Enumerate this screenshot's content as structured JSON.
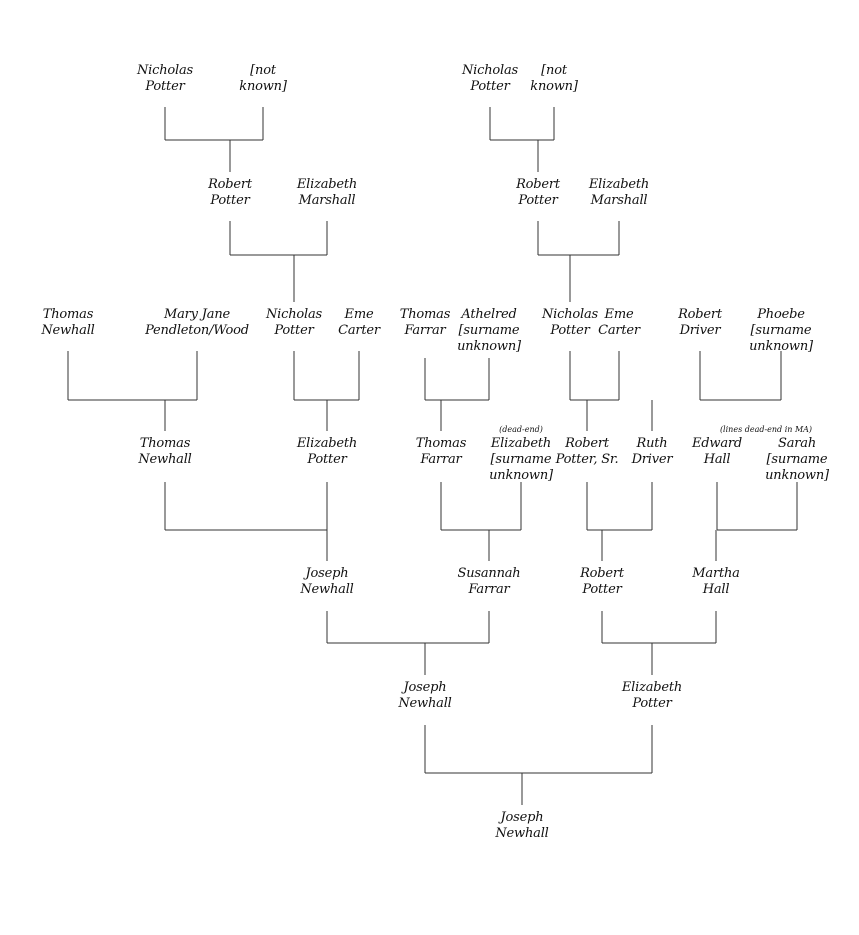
{
  "people": [
    {
      "id": "gen1-nicholas-potter-left",
      "lines": [
        "Nicholas",
        "Potter"
      ]
    },
    {
      "id": "gen1-not-known-left",
      "lines": [
        "[not",
        "known]"
      ]
    },
    {
      "id": "gen1-nicholas-potter-right",
      "lines": [
        "Nicholas",
        "Potter"
      ]
    },
    {
      "id": "gen1-not-known-right",
      "lines": [
        "[not",
        "known]"
      ]
    },
    {
      "id": "gen2-robert-potter-left",
      "lines": [
        "Robert",
        "Potter"
      ]
    },
    {
      "id": "gen2-elizabeth-marshall-left",
      "lines": [
        "Elizabeth",
        "Marshall"
      ]
    },
    {
      "id": "gen2-robert-potter-right",
      "lines": [
        "Robert",
        "Potter"
      ]
    },
    {
      "id": "gen2-elizabeth-marshall-right",
      "lines": [
        "Elizabeth",
        "Marshall"
      ]
    },
    {
      "id": "gen3-thomas-newhall",
      "lines": [
        "Thomas",
        "Newhall"
      ]
    },
    {
      "id": "gen3-mary-jane-pendleton-wood",
      "lines": [
        "Mary Jane",
        "Pendleton/Wood"
      ]
    },
    {
      "id": "gen3-nicholas-potter-left",
      "lines": [
        "Nicholas",
        "Potter"
      ]
    },
    {
      "id": "gen3-eme-carter-left",
      "lines": [
        "Eme",
        "Carter"
      ]
    },
    {
      "id": "gen3-thomas-farrar",
      "lines": [
        "Thomas",
        "Farrar"
      ]
    },
    {
      "id": "gen3-athelred",
      "lines": [
        "Athelred",
        "[surname",
        "unknown]"
      ]
    },
    {
      "id": "gen3-nicholas-potter-right",
      "lines": [
        "Nicholas",
        "Potter"
      ]
    },
    {
      "id": "gen3-eme-carter-right",
      "lines": [
        "Eme",
        "Carter"
      ]
    },
    {
      "id": "gen3-robert-driver",
      "lines": [
        "Robert",
        "Driver"
      ]
    },
    {
      "id": "gen3-phoebe",
      "lines": [
        "Phoebe",
        "[surname",
        "unknown]"
      ]
    },
    {
      "id": "gen4-thomas-newhall",
      "lines": [
        "Thomas",
        "Newhall"
      ]
    },
    {
      "id": "gen4-elizabeth-potter",
      "lines": [
        "Elizabeth",
        "Potter"
      ]
    },
    {
      "id": "gen4-thomas-farrar",
      "lines": [
        "Thomas",
        "Farrar"
      ]
    },
    {
      "id": "gen4-elizabeth-surname-unknown",
      "lines": [
        "Elizabeth",
        "[surname",
        "unknown]"
      ]
    },
    {
      "id": "gen4-robert-potter-sr",
      "lines": [
        "Robert",
        "Potter, Sr."
      ]
    },
    {
      "id": "gen4-ruth-driver",
      "lines": [
        "Ruth",
        "Driver"
      ]
    },
    {
      "id": "gen4-edward-hall",
      "lines": [
        "Edward",
        "Hall"
      ]
    },
    {
      "id": "gen4-sarah",
      "lines": [
        "Sarah",
        "[surname",
        "unknown]"
      ]
    },
    {
      "id": "gen5-joseph-newhall",
      "lines": [
        "Joseph",
        "Newhall"
      ]
    },
    {
      "id": "gen5-susannah-farrar",
      "lines": [
        "Susannah",
        "Farrar"
      ]
    },
    {
      "id": "gen5-robert-potter",
      "lines": [
        "Robert",
        "Potter"
      ]
    },
    {
      "id": "gen5-martha-hall",
      "lines": [
        "Martha",
        "Hall"
      ]
    },
    {
      "id": "gen6-joseph-newhall",
      "lines": [
        "Joseph",
        "Newhall"
      ]
    },
    {
      "id": "gen6-elizabeth-potter",
      "lines": [
        "Elizabeth",
        "Potter"
      ]
    },
    {
      "id": "gen7-joseph-newhall",
      "lines": [
        "Joseph",
        "Newhall"
      ]
    }
  ],
  "notes": [
    {
      "id": "note-dead-end",
      "text": "(dead-end)"
    },
    {
      "id": "note-lines-dead-end-ma",
      "text": "(lines dead-end in MA)"
    }
  ],
  "colors": {
    "line": "#333333",
    "text": "#111111",
    "background": "#ffffff"
  }
}
